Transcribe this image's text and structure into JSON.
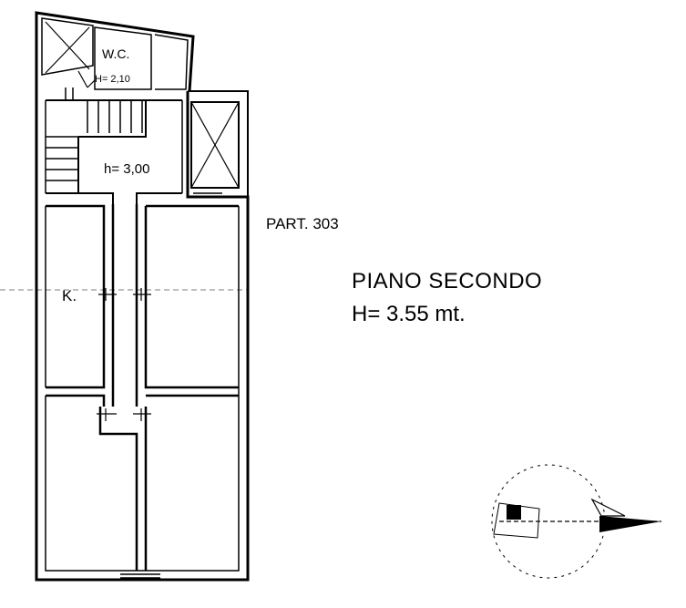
{
  "plan": {
    "title": "PIANO SECONDO",
    "height_note": "H= 3.55 mt.",
    "parcel_label": "PART. 303"
  },
  "rooms": {
    "wc_label": "W.C.",
    "wc_height": "H= 2,10",
    "hall_height": "h= 3,00",
    "kitchen_label": "K."
  },
  "compass": {
    "icon": "north-arrow-icon"
  }
}
